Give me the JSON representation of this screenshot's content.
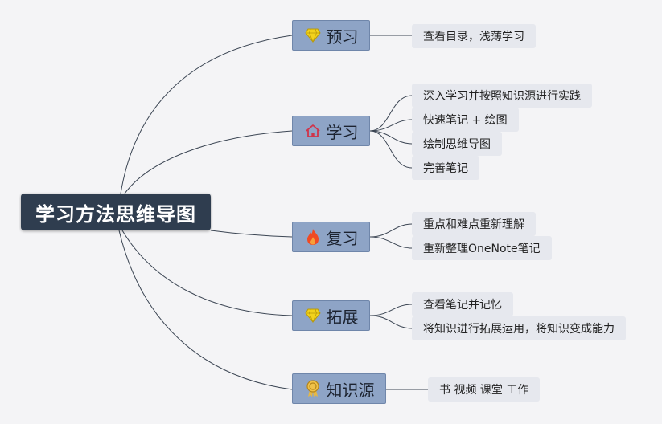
{
  "root": {
    "title": "学习方法思维导图"
  },
  "branches": [
    {
      "label": "预习",
      "icon": "diamond-icon",
      "leaves": [
        "查看目录，浅薄学习"
      ]
    },
    {
      "label": "学习",
      "icon": "house-icon",
      "leaves": [
        "深入学习并按照知识源进行实践",
        "快速笔记 + 绘图",
        "绘制思维导图",
        "完善笔记"
      ]
    },
    {
      "label": "复习",
      "icon": "flame-icon",
      "leaves": [
        "重点和难点重新理解",
        "重新整理OneNote笔记"
      ]
    },
    {
      "label": "拓展",
      "icon": "diamond-icon",
      "leaves": [
        "查看笔记并记忆",
        "将知识进行拓展运用，将知识变成能力"
      ]
    },
    {
      "label": "知识源",
      "icon": "award-medal-icon",
      "leaves": [
        "书 视频 课堂 工作"
      ]
    }
  ],
  "colors": {
    "root_bg": "#2f3d4f",
    "topic_bg": "#8ea4c6",
    "leaf_bg": "#e6e8ee",
    "line": "#3c4654",
    "diamond": "#f2d21c",
    "house": "#d0344a",
    "flame": "#f04a23",
    "medal": "#d9a62e"
  }
}
